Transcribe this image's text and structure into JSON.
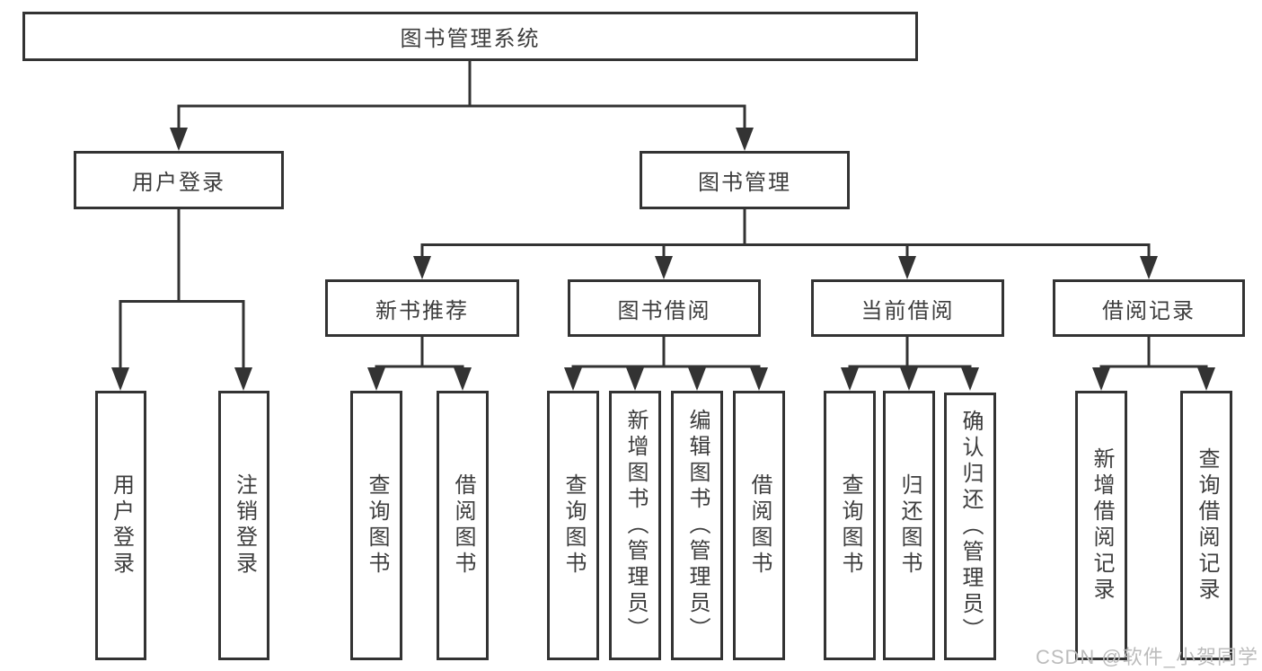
{
  "diagram": {
    "root": {
      "label": "图书管理系统"
    },
    "user_login": {
      "label": "用户登录",
      "children": [
        {
          "label": "用户登录"
        },
        {
          "label": "注销登录"
        }
      ]
    },
    "book_management": {
      "label": "图书管理",
      "sections": [
        {
          "label": "新书推荐",
          "children": [
            {
              "label": "查询图书"
            },
            {
              "label": "借阅图书"
            }
          ]
        },
        {
          "label": "图书借阅",
          "children": [
            {
              "label": "查询图书"
            },
            {
              "label": "新增图书（管理员）"
            },
            {
              "label": "编辑图书（管理员）"
            },
            {
              "label": "借阅图书"
            }
          ]
        },
        {
          "label": "当前借阅",
          "children": [
            {
              "label": "查询图书"
            },
            {
              "label": "归还图书"
            },
            {
              "label": "确认归还（管理员）"
            }
          ]
        },
        {
          "label": "借阅记录",
          "children": [
            {
              "label": "新增借阅记录"
            },
            {
              "label": "查询借阅记录"
            }
          ]
        }
      ]
    },
    "colors": {
      "line": "#333333",
      "text": "#3d3d3d",
      "watermark": "#bcbcbc"
    }
  },
  "watermark": {
    "text": "CSDN @软件_小贺同学"
  }
}
